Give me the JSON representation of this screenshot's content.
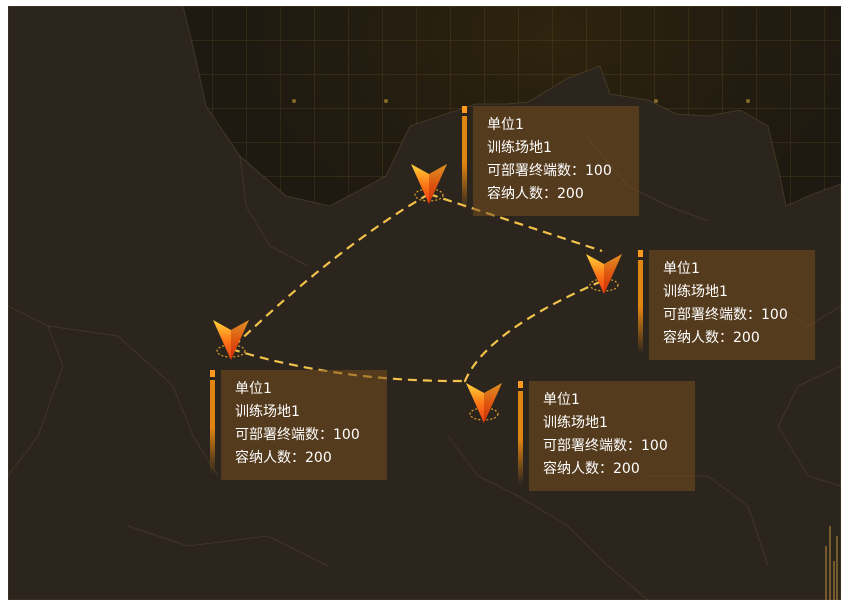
{
  "colors": {
    "background": "#231e18",
    "route": "#f2c24a",
    "marker_top": "#ffd43a",
    "marker_bottom": "#e83a10",
    "card_bg": "rgba(120,78,30,0.55)",
    "card_bar": "#ff9a1f"
  },
  "sites": [
    {
      "unit": "单位1",
      "venue": "训练场地1",
      "terminals": "可部署终端数：100",
      "capacity": "容纳人数：200"
    },
    {
      "unit": "单位1",
      "venue": "训练场地1",
      "terminals": "可部署终端数：100",
      "capacity": "容纳人数：200"
    },
    {
      "unit": "单位1",
      "venue": "训练场地1",
      "terminals": "可部署终端数：100",
      "capacity": "容纳人数：200"
    },
    {
      "unit": "单位1",
      "venue": "训练场地1",
      "terminals": "可部署终端数：100",
      "capacity": "容纳人数：200"
    }
  ],
  "icons": {
    "marker": "location-marker-icon"
  }
}
